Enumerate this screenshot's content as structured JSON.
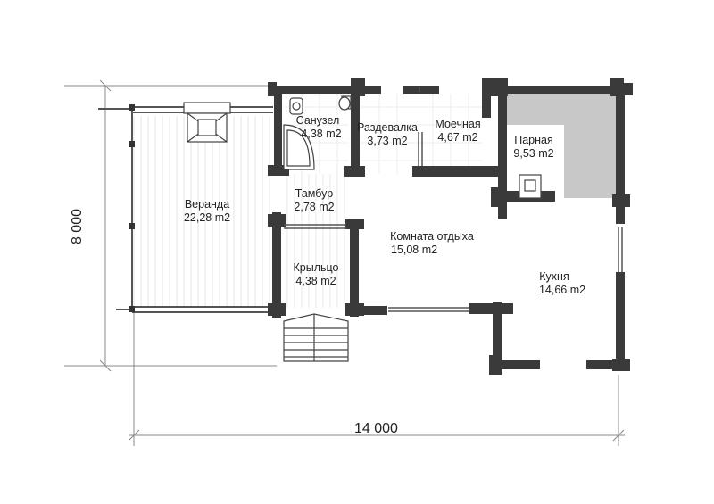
{
  "plan": {
    "dimensions": {
      "width_label": "14 000",
      "height_label": "8 000"
    },
    "rooms": [
      {
        "id": "veranda",
        "name": "Веранда",
        "area": "22,28 m2"
      },
      {
        "id": "sanuzel",
        "name": "Санузел",
        "area": "4,38 m2"
      },
      {
        "id": "razdevalka",
        "name": "Раздевалка",
        "area": "3,73 m2"
      },
      {
        "id": "moechnaya",
        "name": "Моечная",
        "area": "4,67 m2"
      },
      {
        "id": "parnaya",
        "name": "Парная",
        "area": "9,53 m2"
      },
      {
        "id": "tambur",
        "name": "Тамбур",
        "area": "2,78 m2"
      },
      {
        "id": "komnata",
        "name": "Комната отдыха",
        "area": "15,08 m2"
      },
      {
        "id": "kryltso",
        "name": "Крыльцо",
        "area": "4,38 m2"
      },
      {
        "id": "kukhnya",
        "name": "Кухня",
        "area": "14,66 m2"
      }
    ],
    "colors": {
      "wall": "#3a3a3a",
      "sauna_fill": "#c8c8c8",
      "line": "#888888",
      "floor_lines": "#e2e2e2"
    }
  }
}
